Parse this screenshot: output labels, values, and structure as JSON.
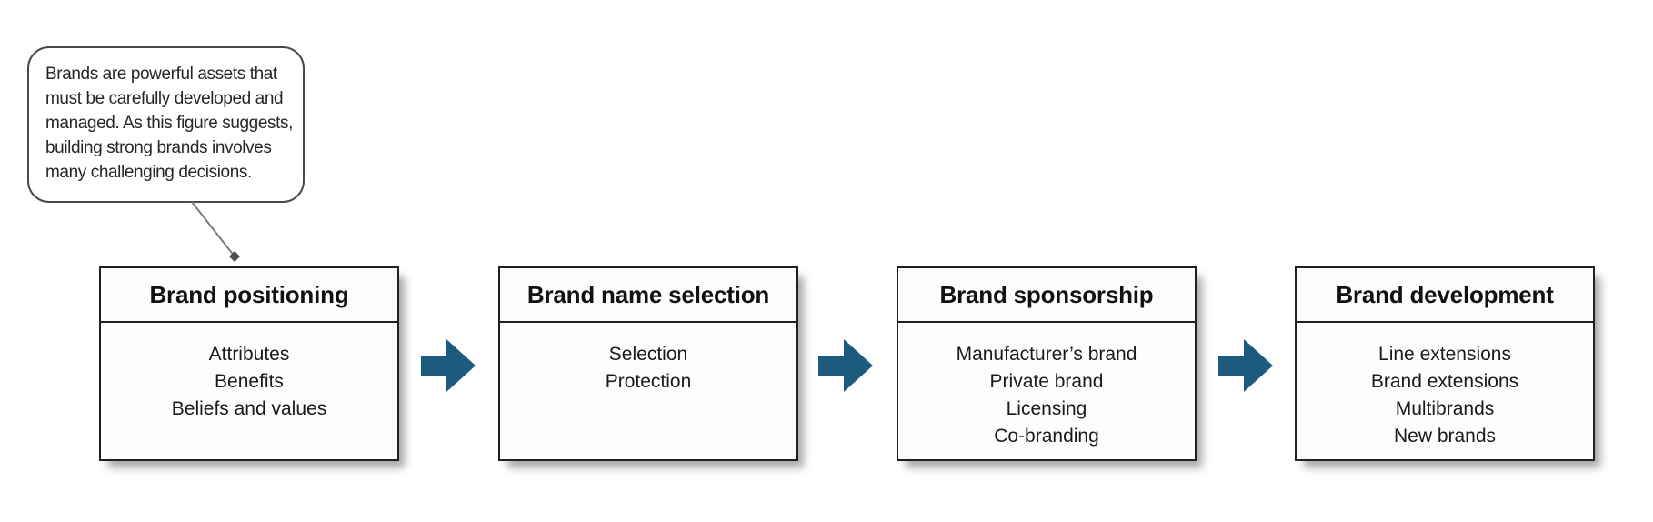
{
  "colors": {
    "arrow": "#1d5b7e",
    "box_border": "#231f20",
    "pointer_line": "#7a7a7a",
    "pointer_diamond": "#4d4d4d"
  },
  "callout": {
    "lines": [
      "Brands are powerful assets that",
      "must be carefully developed and",
      "managed. As this figure suggests,",
      "building strong brands involves",
      "many challenging decisions."
    ]
  },
  "boxes": [
    {
      "title": "Brand positioning",
      "items": [
        "Attributes",
        "Benefits",
        "Beliefs and values"
      ]
    },
    {
      "title": "Brand name selection",
      "items": [
        "Selection",
        "Protection"
      ]
    },
    {
      "title": "Brand sponsorship",
      "items": [
        "Manufacturer’s brand",
        "Private brand",
        "Licensing",
        "Co-branding"
      ]
    },
    {
      "title": "Brand development",
      "items": [
        "Line extensions",
        "Brand extensions",
        "Multibrands",
        "New brands"
      ]
    }
  ]
}
